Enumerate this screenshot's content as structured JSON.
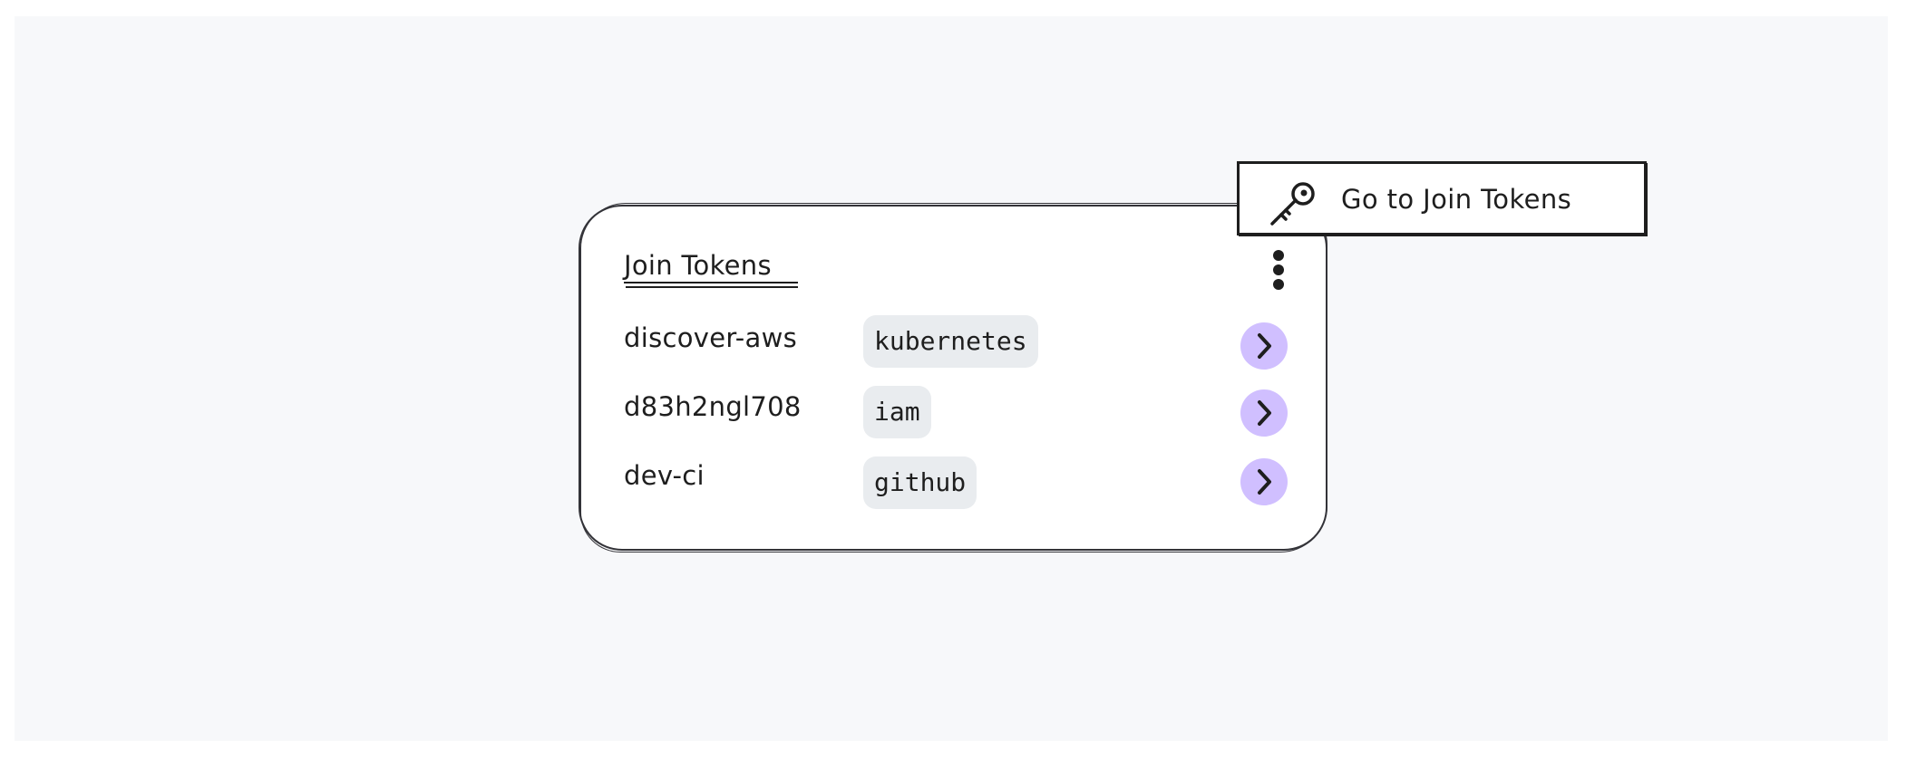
{
  "card": {
    "title": "Join Tokens"
  },
  "tokens": [
    {
      "name": "discover-aws",
      "method": "kubernetes"
    },
    {
      "name": "d83h2ngl708",
      "method": "iam"
    },
    {
      "name": "dev-ci",
      "method": "github"
    }
  ],
  "tooltip": {
    "label": "Go to Join Tokens",
    "icon": "key-icon"
  },
  "icons": {
    "menu": "kebab-menu-icon",
    "row_action": "chevron-right-icon"
  },
  "colors": {
    "canvas_bg": "#f7f8fa",
    "card_bg": "#ffffff",
    "stroke": "#1e1e1e",
    "pill_bg": "#e9ecef",
    "action_accent": "#d0bfff"
  }
}
